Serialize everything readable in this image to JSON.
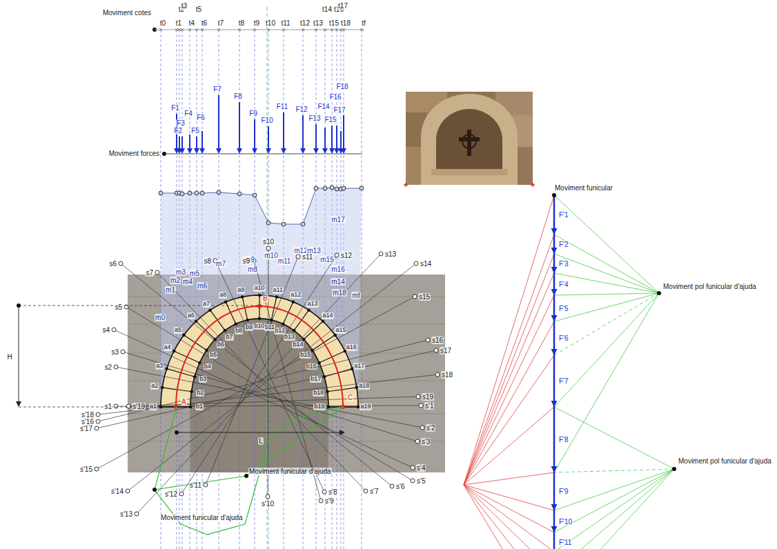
{
  "diagram": {
    "labels": [
      "Moviment cotes",
      "t0",
      "t1",
      "t2",
      "t3",
      "t4",
      "t5",
      "t6",
      "t7",
      "t8",
      "t9",
      "t10",
      "t11",
      "t12",
      "t13",
      "t14",
      "t15",
      "t16",
      "t17",
      "t18",
      "tf",
      "Moviment forces",
      "F1",
      "F2",
      "F3",
      "F4",
      "F5",
      "F6",
      "F7",
      "F8",
      "F9",
      "F10",
      "F11",
      "F12",
      "F13",
      "F14",
      "F15",
      "F16",
      "F17",
      "F18",
      "m0",
      "m1",
      "m2",
      "m3",
      "m4",
      "m5",
      "m6",
      "m7",
      "m8",
      "m9",
      "m10",
      "m11",
      "m12",
      "m13",
      "m14",
      "m15",
      "m16",
      "m17",
      "m18",
      "mf",
      "a1",
      "a2",
      "a3",
      "a4",
      "a5",
      "a6",
      "a7",
      "a8",
      "a9",
      "a10",
      "a11",
      "a12",
      "a13",
      "a14",
      "a15",
      "a16",
      "a17",
      "a18",
      "a19",
      "b1",
      "b2",
      "b3",
      "b4",
      "b5",
      "b6",
      "b7",
      "b8",
      "b9",
      "b10",
      "b11",
      "b12",
      "b13",
      "b14",
      "b15",
      "b16",
      "b17",
      "b18",
      "b19",
      "s1",
      "s2",
      "s3",
      "s4",
      "s5",
      "s6",
      "s7",
      "s8",
      "s9",
      "s10",
      "s11",
      "s12",
      "s13",
      "s14",
      "s15",
      "s16",
      "s17",
      "s18",
      "s19",
      "s'1",
      "s'2",
      "s'3",
      "s'4",
      "s'5",
      "s'6",
      "s'7",
      "s'8",
      "s'9",
      "s'10",
      "s'11",
      "s'12",
      "s'13",
      "s'14",
      "s'15",
      "s'16",
      "s'17",
      "s'18",
      "s'19",
      "A",
      "B",
      "C",
      "H",
      "L",
      "Moviment funicular d'ajuda",
      "Moviment funicular d'ajuda",
      "Moviment funicular",
      "Moviment pol funicular d'ajuda",
      "Moviment pol funicular d'ajuda",
      "F'1",
      "F'2",
      "F'3",
      "F'4",
      "F'5",
      "F'6",
      "F'7",
      "F'8",
      "F'9",
      "F'10",
      "F'11"
    ]
  }
}
